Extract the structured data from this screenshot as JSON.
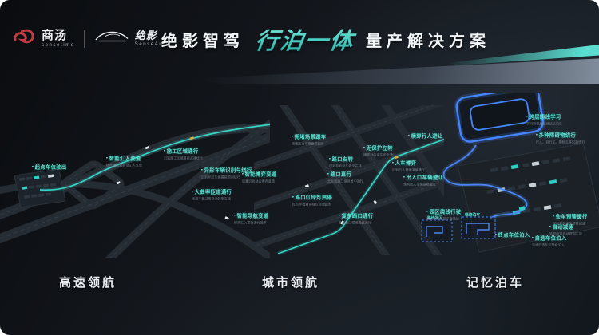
{
  "header": {
    "sensetime": {
      "cn": "商汤",
      "en": "sensetime"
    },
    "senseauto": {
      "cn": "绝影",
      "en": "SenseAuto"
    },
    "title": {
      "prefix": "绝影智驾",
      "highlight": "行泊一体",
      "suffix": "量产解决方案"
    }
  },
  "colors": {
    "accent_teal": "#5ee3d4",
    "route_teal": "#39d4c6",
    "route_blue": "#4b86f0",
    "background": "#12171d"
  },
  "sections": [
    {
      "id": "highway",
      "title": "高速领航",
      "labels": [
        {
          "text": "起点车位驶出",
          "sub": ""
        },
        {
          "text": "智能汇入变道",
          "sub": "拨杆确认后自动汇入车流"
        },
        {
          "text": "施工区域通行",
          "sub": "识别施工区域提前减速绕行"
        },
        {
          "text": "异形车辆识别与绕行",
          "sub": "识别异形车辆提前预判绕行"
        },
        {
          "text": "大曲率匝道通行",
          "sub": "匝道平稳过弯自动控制车速"
        },
        {
          "text": "智能导航变道",
          "sub": "博弈汇入提升通行效率"
        }
      ]
    },
    {
      "id": "city",
      "title": "城市领航",
      "labels": [
        {
          "text": "拥堵场景跟车",
          "sub": "拥堵路况平稳跟停起步"
        },
        {
          "text": "无保护左转",
          "sub": "博弈对向来车安全通过"
        },
        {
          "text": "横穿行人避让",
          "sub": ""
        },
        {
          "text": "路口右转",
          "sub": "识别非机动车安全右转"
        },
        {
          "text": "路口直行",
          "sub": "无标线路口保持居中通行"
        },
        {
          "text": "人车博弈",
          "sub": "识别行人意图谨慎通行"
        },
        {
          "text": "出入口车辆避让",
          "sub": "预判出入车辆提前避让"
        },
        {
          "text": "智能博弈变道",
          "sub": "加塞识别动态博弈变道"
        },
        {
          "text": "路口红绿灯启停",
          "sub": "红灯平稳刹停绿灯自动起步"
        },
        {
          "text": "复杂路口通行",
          "sub": "多岔路口精准选路通行"
        }
      ]
    },
    {
      "id": "parking",
      "title": "记忆泊车",
      "labels": [
        {
          "text": "跨层路线学习",
          "sub": "学习跨楼层路线记忆泊车"
        },
        {
          "text": "多种障碍物绕行",
          "sub": "行人、自行车、购物车等识别绕行"
        },
        {
          "text": "园区绕线行驶",
          "sub": "园区环线巡航平稳循迹"
        },
        {
          "text": "终点车位泊入",
          "sub": ""
        },
        {
          "text": "会车预警缓行",
          "sub": "识别对向来车预警减速"
        },
        {
          "text": "自动减速",
          "sub": "转弯坡道自动控制车速"
        },
        {
          "text": "自选车位泊入",
          "sub": "沿途自选车位轻松泊入"
        }
      ],
      "boxes": [
        {
          "label": "路线学习"
        },
        {
          "label": "循迹泊车"
        }
      ]
    }
  ]
}
